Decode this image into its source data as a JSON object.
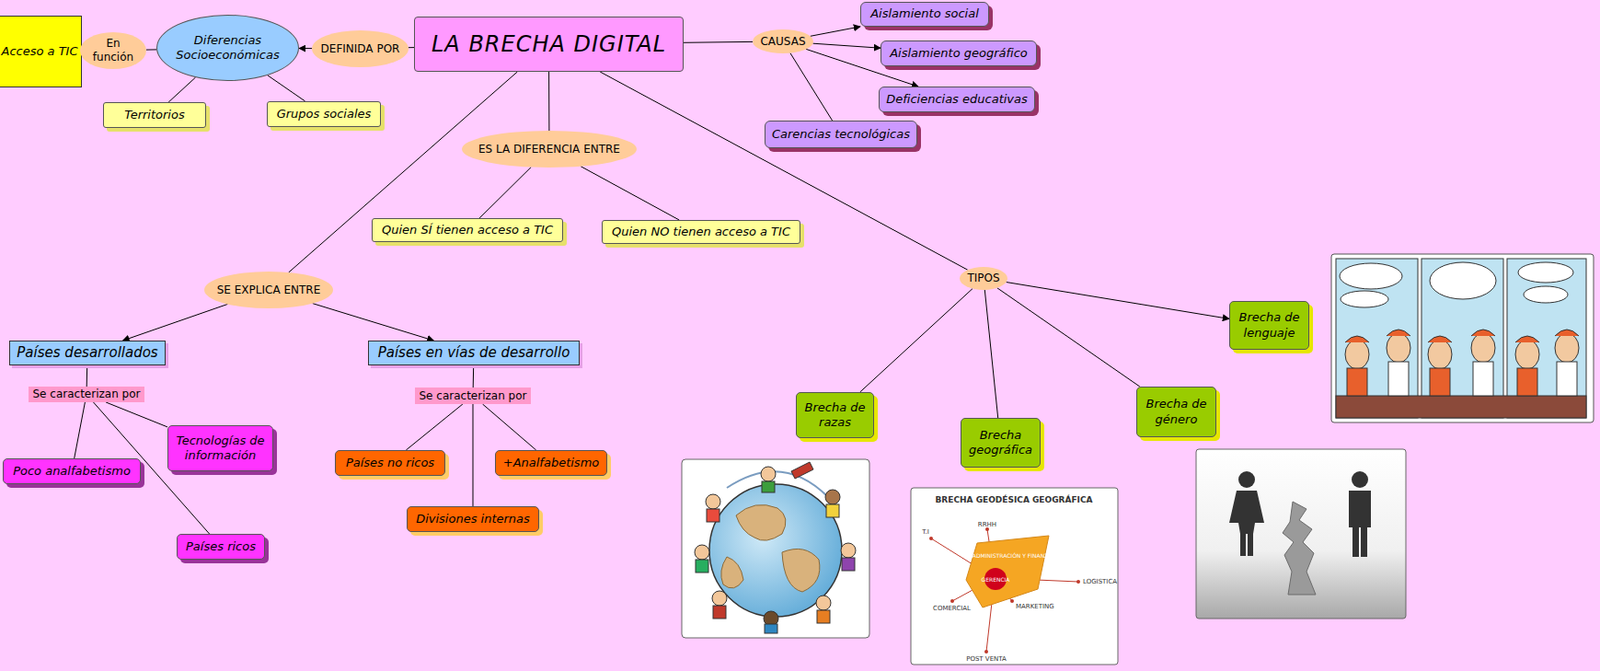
{
  "diagram": {
    "nodes": [
      {
        "text": [
          "Acceso a TIC"
        ]
      },
      {
        "text": [
          "En función"
        ]
      },
      {
        "text": [
          "Diferencias Socioeconómicas"
        ]
      },
      {
        "text": [
          "DEFINIDA POR"
        ]
      },
      {
        "text": [
          "LA BRECHA DIGITAL"
        ]
      },
      {
        "text": [
          "CAUSAS"
        ]
      },
      {
        "text": [
          "Aislamiento social"
        ]
      },
      {
        "text": [
          "Aislamiento geográfico"
        ]
      },
      {
        "text": [
          "Deficiencias educativas"
        ]
      },
      {
        "text": [
          "Carencias tecnológicas"
        ]
      },
      {
        "text": [
          "Territorios"
        ]
      },
      {
        "text": [
          "Grupos sociales"
        ]
      },
      {
        "text": [
          "ES LA DIFERENCIA ENTRE"
        ]
      },
      {
        "text": [
          "Quien SÍ tienen acceso a TIC"
        ]
      },
      {
        "text": [
          "Quien NO tienen acceso a TIC"
        ]
      },
      {
        "text": [
          "SE EXPLICA ENTRE"
        ]
      },
      {
        "text": [
          "Países desarrollados"
        ]
      },
      {
        "text": [
          "Se caracterizan por"
        ]
      },
      {
        "text": [
          "Tecnologías de información"
        ]
      },
      {
        "text": [
          "Poco analfabetismo"
        ]
      },
      {
        "text": [
          "Países ricos"
        ]
      },
      {
        "text": [
          "Países en vías de desarrollo"
        ]
      },
      {
        "text": [
          "Se caracterizan por"
        ]
      },
      {
        "text": [
          "Países no ricos"
        ]
      },
      {
        "text": [
          "+Analfabetismo"
        ]
      },
      {
        "text": [
          "Divisiones internas"
        ]
      },
      {
        "text": [
          "TIPOS"
        ]
      },
      {
        "text": [
          "Brecha de razas"
        ]
      },
      {
        "text": [
          "Brecha geográfica"
        ]
      },
      {
        "text": [
          "Brecha de género"
        ]
      },
      {
        "text": [
          "Brecha de lenguaje"
        ]
      }
    ],
    "edges": [
      {
        "from": 4,
        "to": 3,
        "arrow": "none"
      },
      {
        "from": 3,
        "to": 2,
        "arrow": "to"
      },
      {
        "from": 2,
        "to": 1,
        "arrow": "none"
      },
      {
        "from": 1,
        "to": 0,
        "arrow": "none"
      },
      {
        "from": 2,
        "to": 10,
        "arrow": "none"
      },
      {
        "from": 2,
        "to": 11,
        "arrow": "none"
      },
      {
        "from": 4,
        "to": 5,
        "arrow": "none"
      },
      {
        "from": 5,
        "to": 6,
        "arrow": "to"
      },
      {
        "from": 5,
        "to": 7,
        "arrow": "to"
      },
      {
        "from": 5,
        "to": 8,
        "arrow": "to"
      },
      {
        "from": 5,
        "to": 9,
        "arrow": "none"
      },
      {
        "from": 4,
        "to": 12,
        "arrow": "none"
      },
      {
        "from": 12,
        "to": 13,
        "arrow": "none"
      },
      {
        "from": 12,
        "to": 14,
        "arrow": "none"
      },
      {
        "from": 4,
        "to": 15,
        "arrow": "none"
      },
      {
        "from": 15,
        "to": 16,
        "arrow": "to"
      },
      {
        "from": 15,
        "to": 21,
        "arrow": "to"
      },
      {
        "from": 16,
        "to": 17,
        "arrow": "none"
      },
      {
        "from": 17,
        "to": 18,
        "arrow": "none"
      },
      {
        "from": 17,
        "to": 19,
        "arrow": "none"
      },
      {
        "from": 17,
        "to": 20,
        "arrow": "none"
      },
      {
        "from": 21,
        "to": 22,
        "arrow": "none"
      },
      {
        "from": 22,
        "to": 23,
        "arrow": "none"
      },
      {
        "from": 22,
        "to": 24,
        "arrow": "none"
      },
      {
        "from": 22,
        "to": 25,
        "arrow": "none"
      },
      {
        "from": 4,
        "to": 26,
        "arrow": "none"
      },
      {
        "from": 26,
        "to": 27,
        "arrow": "none"
      },
      {
        "from": 26,
        "to": 28,
        "arrow": "none"
      },
      {
        "from": 26,
        "to": 29,
        "arrow": "none"
      },
      {
        "from": 26,
        "to": 30,
        "arrow": "to"
      }
    ],
    "labels": [
      "BRECHA GEODÉSICA GEOGRÁFICA",
      "RRHH",
      "T.I",
      "LOGISTICA",
      "COMERCIAL",
      "MARKETING",
      "POST VENTA",
      "ADMINISTRACIÓN Y FINANZAS",
      "GERENCIA"
    ]
  }
}
